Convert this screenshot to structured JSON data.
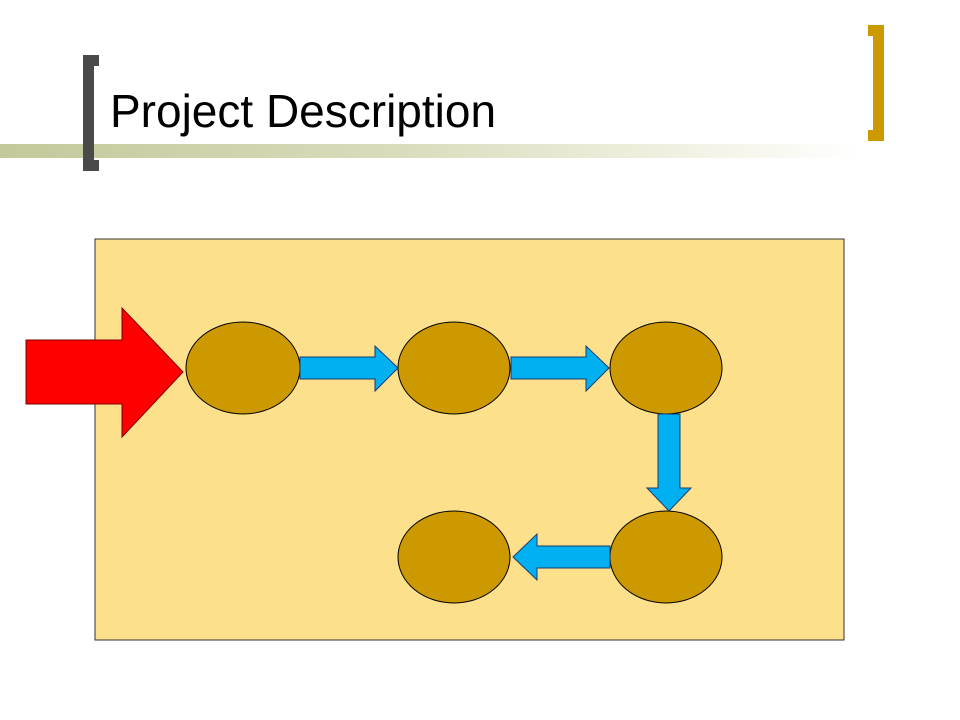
{
  "slide": {
    "title": "Project Description"
  },
  "colors": {
    "panel_fill": "#fde08c",
    "panel_border": "#333333",
    "node_fill": "#cc9900",
    "node_stroke": "#000000",
    "connector_fill": "#00b0f0",
    "entry_arrow_fill": "#ff0000",
    "bracket_dark": "#4a4a4a",
    "bracket_gold": "#cc9900"
  },
  "diagram": {
    "nodes": [
      {
        "id": "node-1",
        "shape": "ellipse"
      },
      {
        "id": "node-2",
        "shape": "ellipse"
      },
      {
        "id": "node-3",
        "shape": "ellipse"
      },
      {
        "id": "node-4",
        "shape": "ellipse"
      },
      {
        "id": "node-5",
        "shape": "ellipse"
      }
    ],
    "edges": [
      {
        "from": "entry",
        "to": "node-1",
        "style": "large-red-arrow"
      },
      {
        "from": "node-1",
        "to": "node-2",
        "style": "blue-arrow"
      },
      {
        "from": "node-2",
        "to": "node-3",
        "style": "blue-arrow"
      },
      {
        "from": "node-3",
        "to": "node-4",
        "style": "blue-arrow"
      },
      {
        "from": "node-4",
        "to": "node-5",
        "style": "blue-arrow"
      }
    ]
  }
}
